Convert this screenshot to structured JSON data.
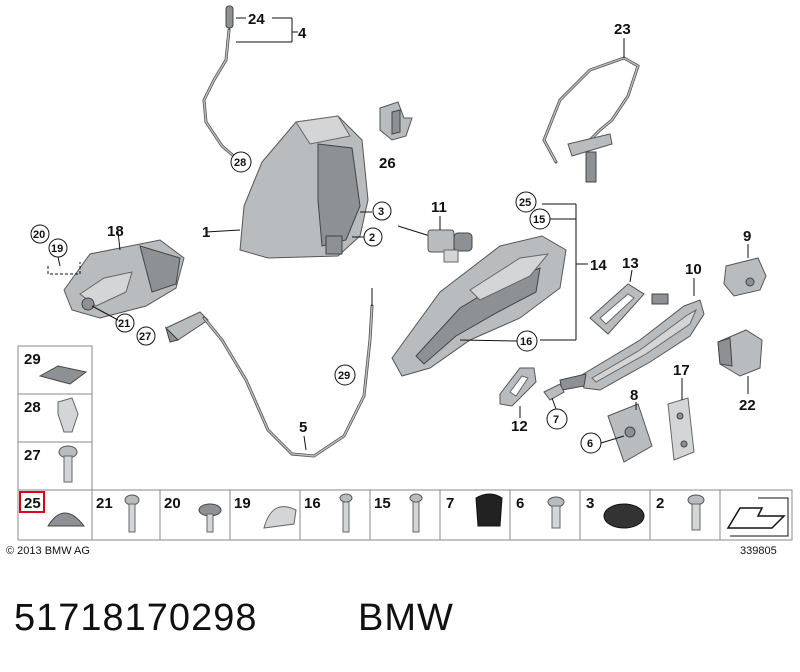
{
  "callouts": {
    "p1": "1",
    "p2": "2",
    "p3": "3",
    "p4": "4",
    "p5": "5",
    "p6": "6",
    "p7": "7",
    "p8": "8",
    "p9": "9",
    "p10": "10",
    "p11": "11",
    "p12": "12",
    "p13": "13",
    "p14": "14",
    "p15": "15",
    "p16": "16",
    "p17": "17",
    "p18": "18",
    "p19": "19",
    "p20": "20",
    "p21": "21",
    "p22": "22",
    "p23": "23",
    "p24": "24",
    "p25": "25",
    "p26": "26",
    "p27": "27",
    "p28": "28",
    "p29": "29"
  },
  "parts_column": [
    "29",
    "28",
    "27"
  ],
  "parts_row": [
    "25",
    "21",
    "20",
    "19",
    "16",
    "15",
    "7",
    "6",
    "3",
    "2"
  ],
  "highlighted_part": "25",
  "footer": {
    "copyright": "© 2013 BMW AG",
    "diagram_number": "339805"
  },
  "caption": {
    "part_number": "51718170298",
    "brand": "BMW"
  },
  "colors": {
    "highlight": "#e0001b",
    "part_fill": "#b9bcbf",
    "ink": "#111111"
  }
}
